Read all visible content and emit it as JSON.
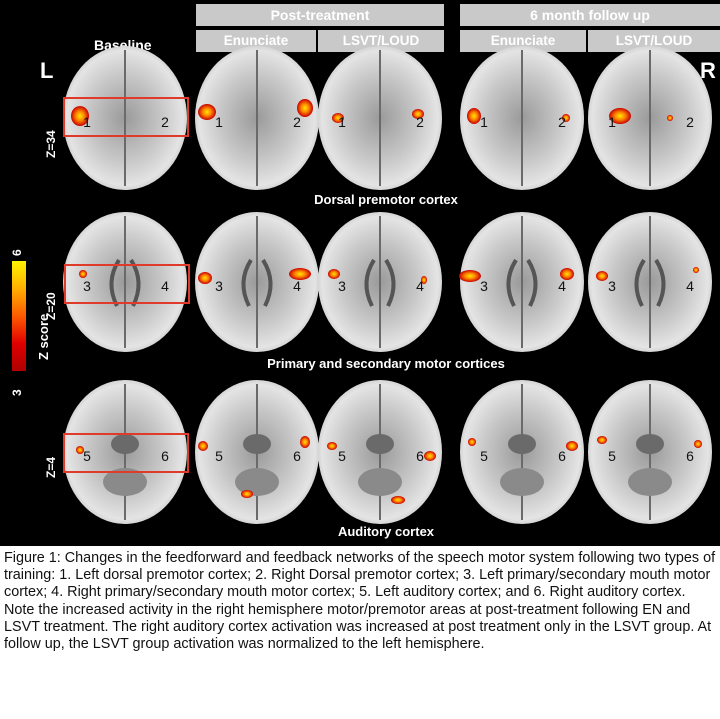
{
  "headers": {
    "post_treatment": "Post-treatment",
    "follow_up": "6 month follow up",
    "baseline": "Baseline",
    "enunciate_1": "Enunciate",
    "lsvt_1": "LSVT/LOUD",
    "enunciate_2": "Enunciate",
    "lsvt_2": "LSVT/LOUD"
  },
  "sides": {
    "left": "L",
    "right": "R"
  },
  "rows": [
    {
      "z": "Z=34",
      "region": "Dorsal premotor cortex",
      "labels": [
        "1",
        "2"
      ]
    },
    {
      "z": "Z=20",
      "region": "Primary and secondary motor cortices",
      "labels": [
        "3",
        "4"
      ]
    },
    {
      "z": "Z=4",
      "region": "Auditory cortex",
      "labels": [
        "5",
        "6"
      ]
    }
  ],
  "scale": {
    "title": "Z score",
    "max": "6",
    "min": "3"
  },
  "colors": {
    "box": "#e03a2a",
    "header_bg": "#c9c9c9"
  },
  "caption": "Figure 1: Changes in the feedforward and feedback networks of the speech motor system following two types of training: 1. Left dorsal premotor cortex; 2. Right Dorsal premotor cortex; 3. Left primary/secondary mouth motor cortex; 4. Right primary/secondary mouth motor cortex; 5. Left auditory cortex; and 6. Right auditory cortex. Note the increased activity in the right hemisphere motor/premotor areas at post-treatment following EN and LSVT treatment. The right auditory cortex activation was increased at post treatment only in the LSVT group. At follow up, the LSVT group activation was normalized to the left hemisphere."
}
